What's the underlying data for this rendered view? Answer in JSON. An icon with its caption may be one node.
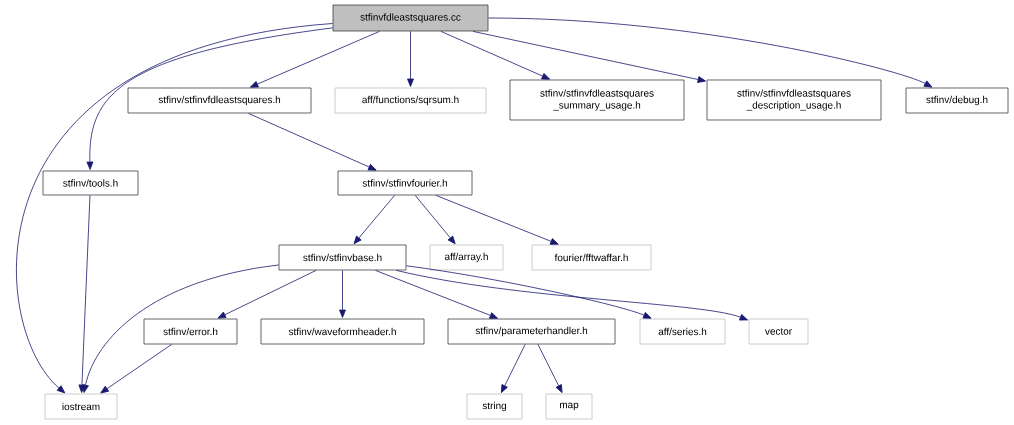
{
  "diagram": {
    "nodes": [
      {
        "text": [
          "stfinvfdleastsquares.cc"
        ]
      },
      {
        "text": [
          "stfinv/stfinvfdleastsquares.h"
        ]
      },
      {
        "text": [
          "aff/functions/sqrsum.h"
        ]
      },
      {
        "text": [
          "stfinv/stfinvfdleastsquares _summary_usage.h"
        ]
      },
      {
        "text": [
          "stfinv/stfinvfdleastsquares _description_usage.h"
        ]
      },
      {
        "text": [
          "stfinv/debug.h"
        ]
      },
      {
        "text": [
          "stfinv/tools.h"
        ]
      },
      {
        "text": [
          "stfinv/stfinvfourier.h"
        ]
      },
      {
        "text": [
          "stfinv/stfinvbase.h"
        ]
      },
      {
        "text": [
          "aff/array.h"
        ]
      },
      {
        "text": [
          "fourier/fftwaffar.h"
        ]
      },
      {
        "text": [
          "stfinv/error.h"
        ]
      },
      {
        "text": [
          "stfinv/waveformheader.h"
        ]
      },
      {
        "text": [
          "stfinv/parameterhandler.h"
        ]
      },
      {
        "text": [
          "aff/series.h"
        ]
      },
      {
        "text": [
          "vector"
        ]
      },
      {
        "text": [
          "iostream"
        ]
      },
      {
        "text": [
          "string"
        ]
      },
      {
        "text": [
          "map"
        ]
      }
    ],
    "edges": [
      {
        "from": 0,
        "to": 16,
        "arrow": "to"
      },
      {
        "from": 0,
        "to": 6,
        "arrow": "to"
      },
      {
        "from": 0,
        "to": 1,
        "arrow": "to"
      },
      {
        "from": 0,
        "to": 2,
        "arrow": "to"
      },
      {
        "from": 0,
        "to": 3,
        "arrow": "to"
      },
      {
        "from": 0,
        "to": 4,
        "arrow": "to"
      },
      {
        "from": 0,
        "to": 5,
        "arrow": "to"
      },
      {
        "from": 1,
        "to": 7,
        "arrow": "to"
      },
      {
        "from": 6,
        "to": 16,
        "arrow": "to"
      },
      {
        "from": 7,
        "to": 8,
        "arrow": "to"
      },
      {
        "from": 7,
        "to": 9,
        "arrow": "to"
      },
      {
        "from": 7,
        "to": 10,
        "arrow": "to"
      },
      {
        "from": 8,
        "to": 16,
        "arrow": "to"
      },
      {
        "from": 8,
        "to": 11,
        "arrow": "to"
      },
      {
        "from": 8,
        "to": 12,
        "arrow": "to"
      },
      {
        "from": 8,
        "to": 13,
        "arrow": "to"
      },
      {
        "from": 8,
        "to": 14,
        "arrow": "to"
      },
      {
        "from": 8,
        "to": 15,
        "arrow": "to"
      },
      {
        "from": 11,
        "to": 16,
        "arrow": "to"
      },
      {
        "from": 13,
        "to": 17,
        "arrow": "to"
      },
      {
        "from": 13,
        "to": 18,
        "arrow": "to"
      }
    ]
  }
}
